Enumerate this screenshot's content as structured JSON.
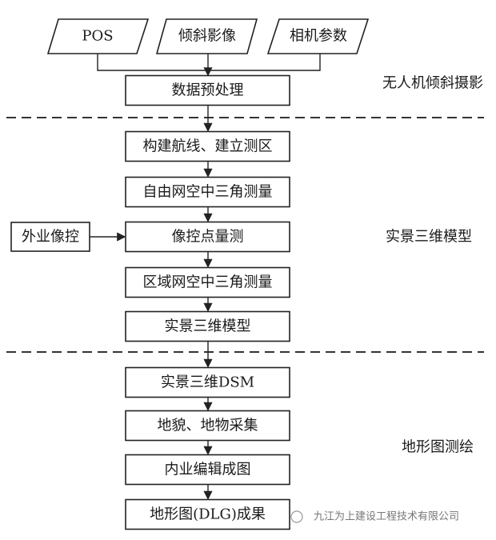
{
  "inputs": [
    "POS",
    "倾斜影像",
    "相机参数"
  ],
  "steps": [
    "数据预处理",
    "构建航线、建立测区",
    "自由网空中三角测量",
    "像控点量测",
    "区域网空中三角测量",
    "实景三维模型",
    "实景三维DSM",
    "地貌、地物采集",
    "内业编辑成图",
    "地形图(DLG)成果"
  ],
  "side_input": "外业像控",
  "sections": [
    "无人机倾斜摄影",
    "实景三维模型",
    "地形图测绘"
  ],
  "watermark": "九江为上建设工程技术有限公司"
}
